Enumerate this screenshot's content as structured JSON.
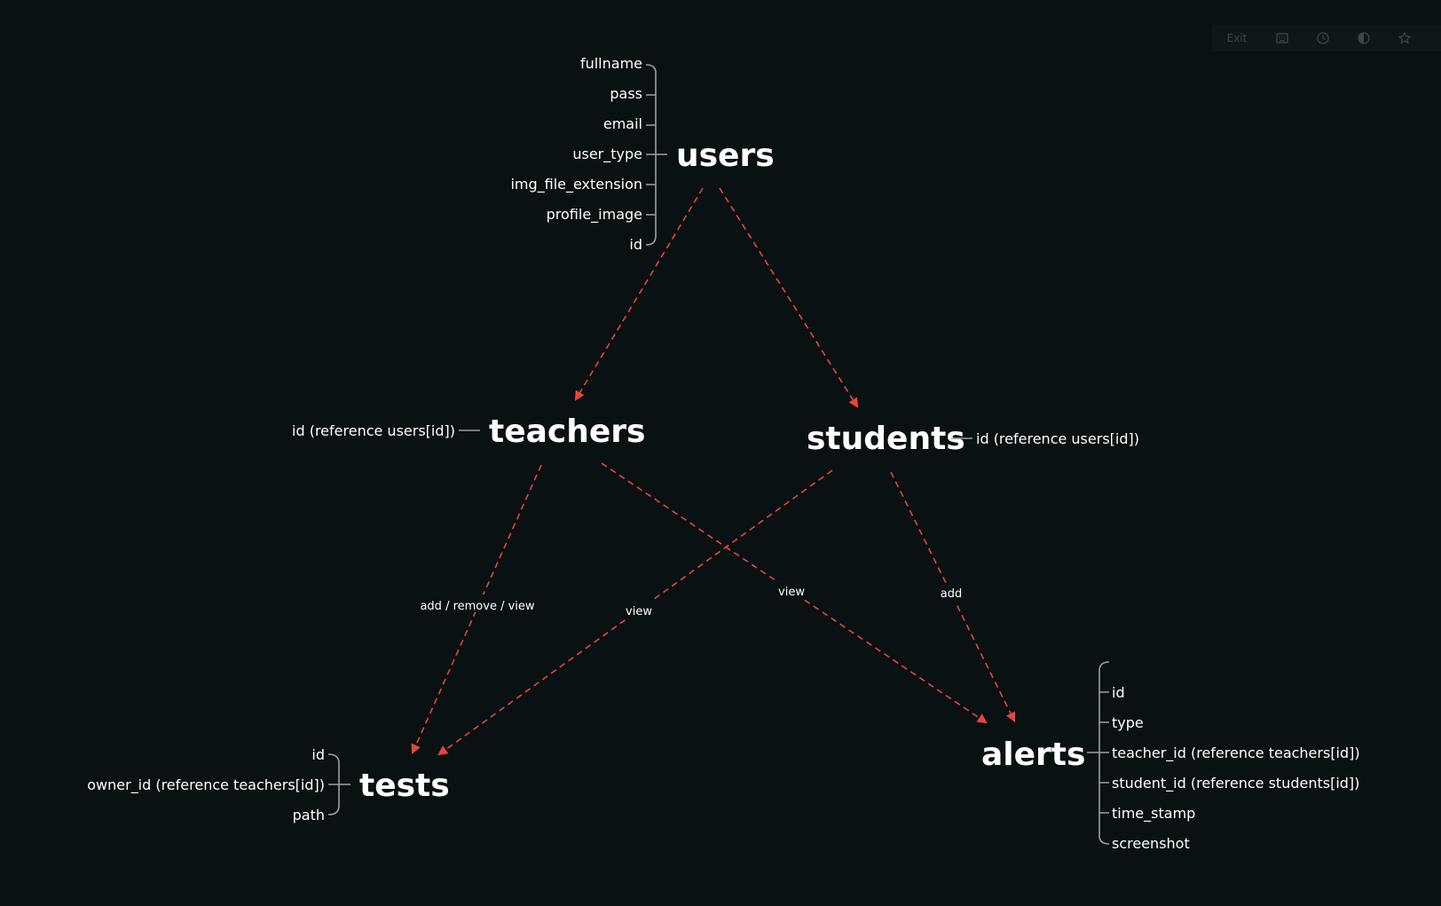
{
  "toolbar": {
    "exit_label": "Exit",
    "icons": [
      "keyboard-icon",
      "history-icon",
      "contrast-icon",
      "star-icon"
    ]
  },
  "nodes": {
    "users": {
      "title": "users",
      "fields": [
        "fullname",
        "pass",
        "email",
        "user_type",
        "img_file_extension",
        "profile_image",
        "id"
      ]
    },
    "teachers": {
      "title": "teachers",
      "fields": [
        "id (reference users[id])"
      ]
    },
    "students": {
      "title": "students",
      "fields": [
        "id (reference users[id])"
      ]
    },
    "tests": {
      "title": "tests",
      "fields": [
        "id",
        "owner_id (reference teachers[id])",
        "path"
      ]
    },
    "alerts": {
      "title": "alerts",
      "fields": [
        "",
        "id",
        "type",
        "teacher_id (reference teachers[id])",
        "student_id (reference students[id])",
        "time_stamp",
        "screenshot"
      ]
    }
  },
  "edges": {
    "teachers_tests": "add / remove / view",
    "students_tests": "view",
    "teachers_alerts": "view",
    "students_alerts": "add"
  },
  "colors": {
    "background": "#0a1112",
    "edge": "#e8453c",
    "bracket": "#9aa0a3",
    "text": "#ffffff"
  }
}
